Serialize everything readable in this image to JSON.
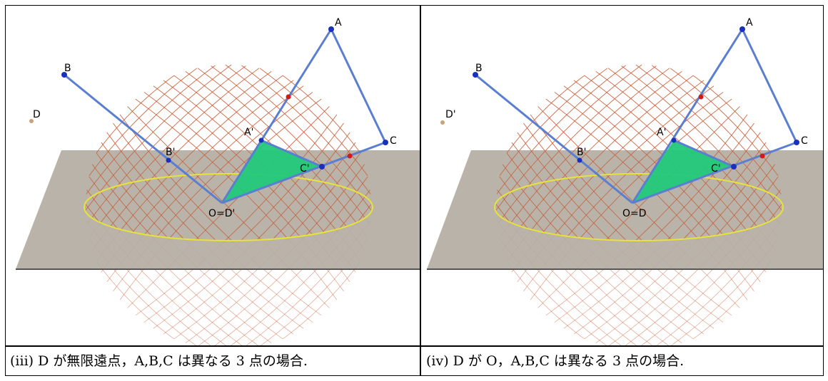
{
  "panels": [
    {
      "caption": "(iii) D が無限遠点，A,B,C は異なる 3 点の場合.",
      "labels": {
        "A": "A",
        "B": "B",
        "C": "C",
        "A_prime": "A'",
        "B_prime": "B'",
        "C_prime": "C'",
        "D": "D",
        "origin": "O=D'"
      },
      "d_label_color": "#c9a0d8"
    },
    {
      "caption": "(iv) D が O，A,B,C は異なる 3 点の場合.",
      "labels": {
        "A": "A",
        "B": "B",
        "C": "C",
        "A_prime": "A'",
        "B_prime": "B'",
        "C_prime": "C'",
        "D": "D'",
        "origin": "O=D"
      },
      "d_label_color": "#2bd06a"
    }
  ],
  "colors": {
    "plane": "#b3ada2",
    "equator": "#e8e23a",
    "sphere_mesh": "#c8552e",
    "segment": "#5a7fd0",
    "triangle": "#22c97a",
    "point_blue": "#1a2fbf",
    "point_red": "#d21a1a"
  }
}
